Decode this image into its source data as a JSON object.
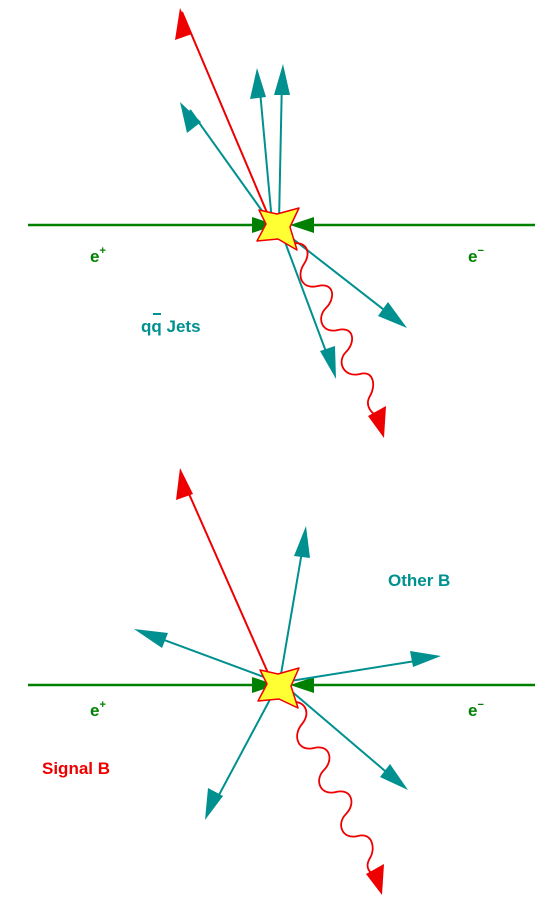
{
  "colors": {
    "beam": "#008000",
    "jet": "#009090",
    "signal": "#ee0000",
    "star_fill": "#ffff33",
    "star_stroke": "#ee0000"
  },
  "top_panel": {
    "positron": {
      "base": "e",
      "charge": "+"
    },
    "electron": {
      "base": "e",
      "charge": "−"
    },
    "jets_label": {
      "quarks": "qq",
      "suffix": " Jets"
    }
  },
  "bottom_panel": {
    "positron": {
      "base": "e",
      "charge": "+"
    },
    "electron": {
      "base": "e",
      "charge": "−"
    },
    "other_label": "Other B",
    "signal_label": "Signal B"
  }
}
